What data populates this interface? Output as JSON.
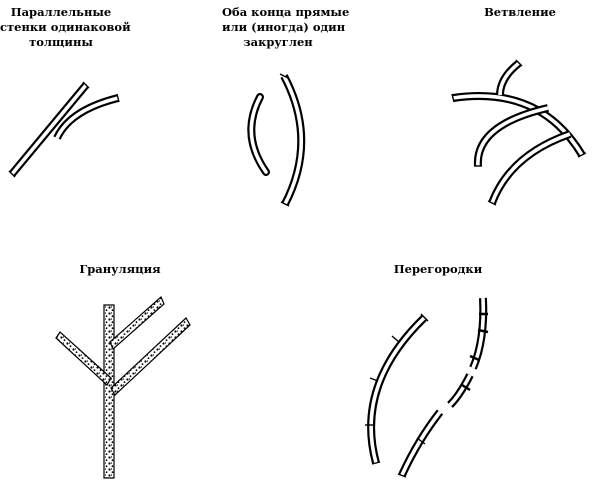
{
  "labels": {
    "parallel": [
      "Параллельные",
      "стенки одинаковой",
      "толщины"
    ],
    "rounded": [
      "Оба конца прямые",
      "или (иногда) один",
      "закруглен"
    ],
    "branching": "Ветвление",
    "granulation": "Грануляция",
    "septa": "Перегородки"
  },
  "colors": {
    "stroke": "#000000",
    "fill": "#ffffff",
    "granule": "#000000"
  }
}
